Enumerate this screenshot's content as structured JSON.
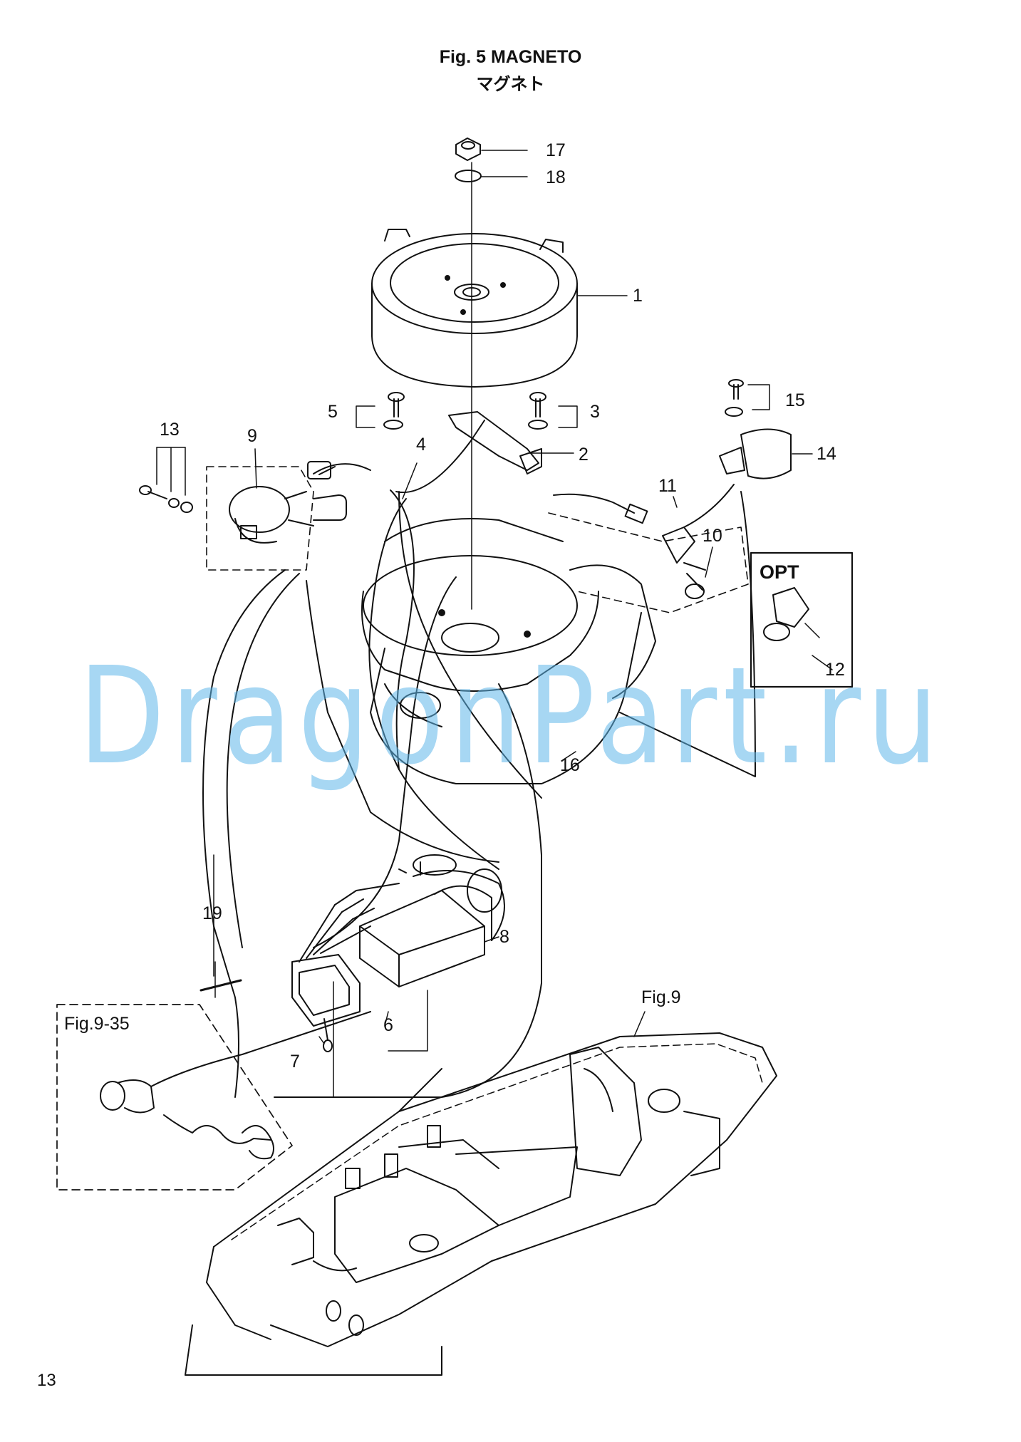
{
  "header": {
    "title": "Fig. 5    MAGNETO",
    "subtitle": "マグネト"
  },
  "watermark": "DragonPart.ru",
  "callouts": {
    "c1": "1",
    "c2": "2",
    "c3": "3",
    "c4": "4",
    "c5": "5",
    "c6": "6",
    "c7": "7",
    "c8": "8",
    "c9": "9",
    "c10": "10",
    "c11": "11",
    "c12": "12",
    "c13": "13",
    "c14": "14",
    "c15": "15",
    "c16": "16",
    "c17": "17",
    "c18": "18",
    "c19": "19"
  },
  "references": {
    "opt": "OPT",
    "fig9": "Fig.9",
    "fig935": "Fig.9-35"
  },
  "footer": {
    "page_number": "13"
  }
}
